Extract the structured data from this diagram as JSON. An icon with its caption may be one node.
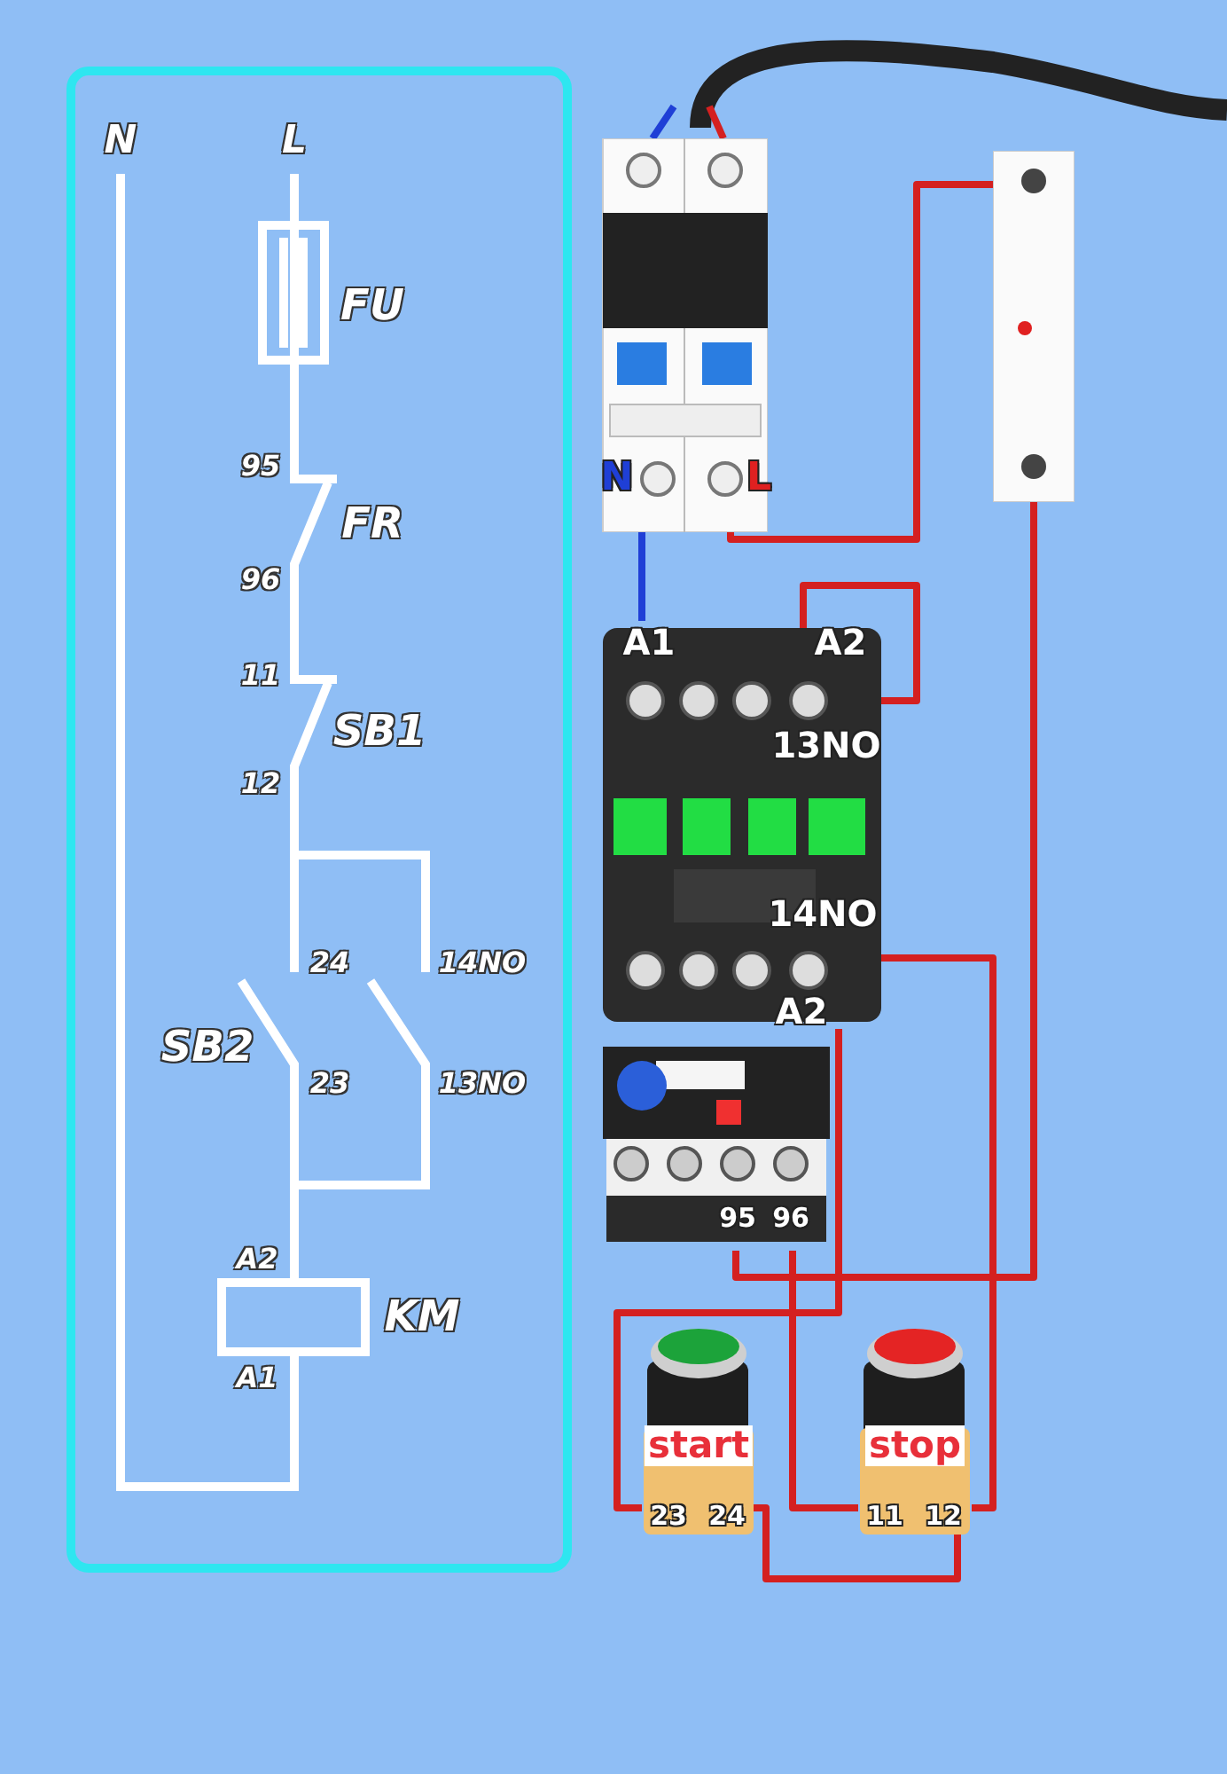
{
  "diagram": {
    "nodes": [
      {
        "text": [
          "N",
          "L"
        ]
      },
      {
        "text": [],
        "shape": "picture"
      },
      {
        "text": [
          "A1",
          "A2",
          "13NO",
          "14NO",
          "A2"
        ]
      },
      {
        "text": [
          "95",
          "96"
        ]
      },
      {
        "text": [
          "start",
          "23",
          "24"
        ]
      },
      {
        "text": [
          "stop",
          "11",
          "12"
        ]
      }
    ],
    "edges": [
      {
        "from": 0,
        "to": 1,
        "arrow": "none"
      },
      {
        "from": 0,
        "to": 2,
        "arrow": "none",
        "color": "#1f3fd6"
      },
      {
        "from": 2,
        "to": 2,
        "arrow": "none"
      },
      {
        "from": 1,
        "to": 3,
        "arrow": "none"
      },
      {
        "from": 2,
        "to": 5,
        "arrow": "none"
      },
      {
        "from": 2,
        "to": 4,
        "arrow": "none"
      },
      {
        "from": 3,
        "to": 5,
        "arrow": "none"
      },
      {
        "from": 4,
        "to": 5,
        "arrow": "none"
      }
    ],
    "labels": [
      "N",
      "L",
      "FU",
      "95",
      "FR",
      "96",
      "11",
      "SB1",
      "12",
      "24",
      "14NO",
      "SB2",
      "23",
      "13NO",
      "A2",
      "KM",
      "A1"
    ]
  }
}
